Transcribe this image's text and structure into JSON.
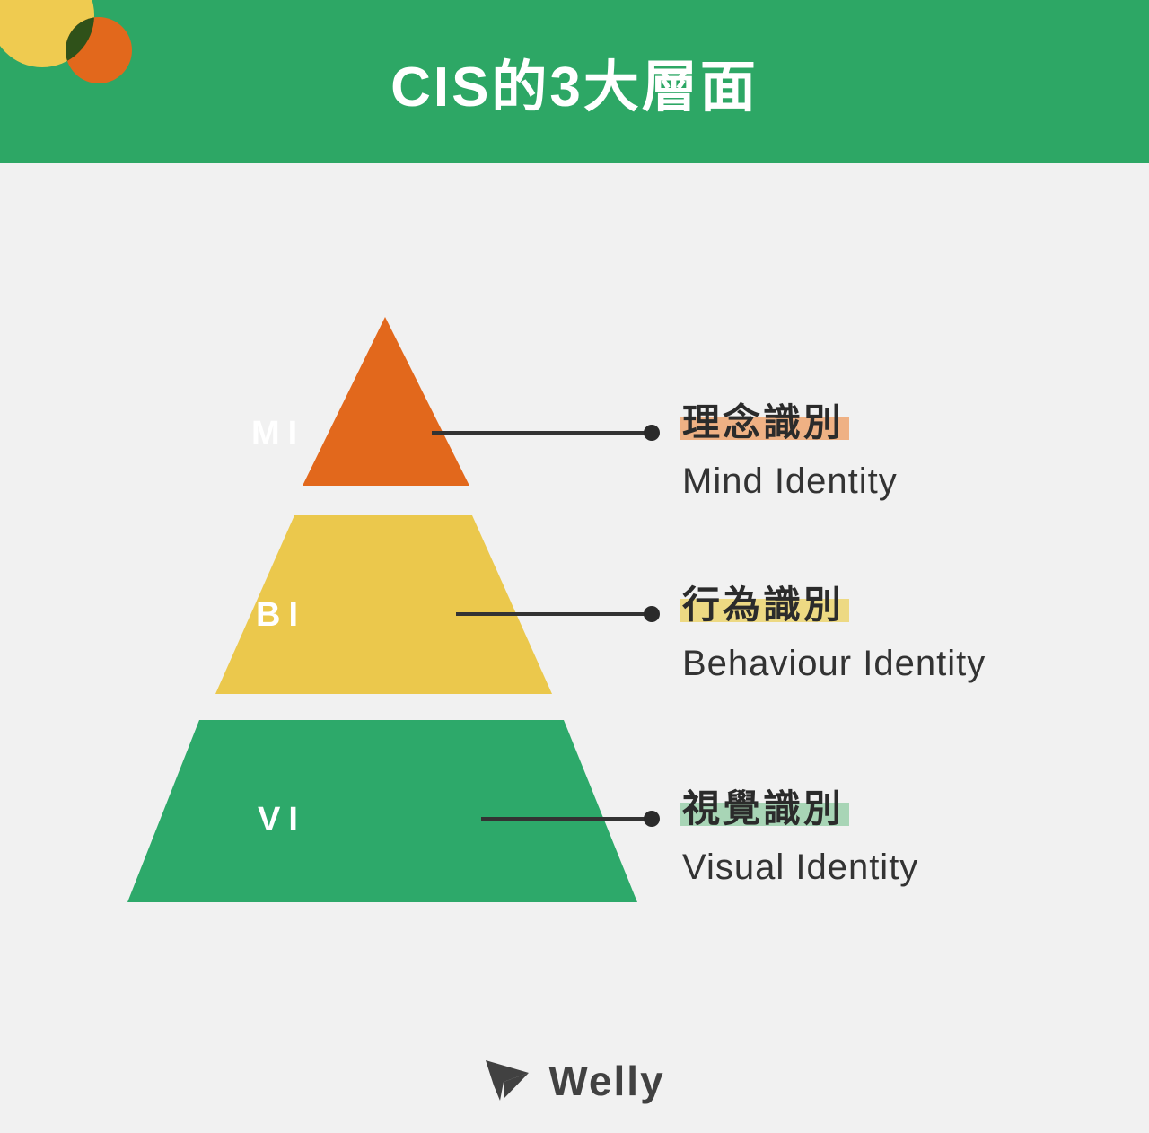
{
  "header": {
    "title": "CIS的3大層面",
    "background_color": "#2DA765",
    "title_color": "#FFFFFF",
    "decoration": {
      "circle_yellow_color": "#EFCB50",
      "circle_orange_color": "#E2681C",
      "circle_overlap_color": "#2F5119"
    }
  },
  "page": {
    "background_color": "#F1F1F1"
  },
  "pyramid": {
    "layers": [
      {
        "abbr": "MI",
        "shape": "triangle",
        "color": "#E2681C",
        "title_zh": "理念識別",
        "title_en": "Mind Identity",
        "highlight_color": "#EFB184"
      },
      {
        "abbr": "BI",
        "shape": "trapezoid",
        "color": "#EBC84C",
        "title_zh": "行為識別",
        "title_en": "Behaviour Identity",
        "highlight_color": "#EDD983"
      },
      {
        "abbr": "VI",
        "shape": "trapezoid",
        "color": "#2DA96A",
        "title_zh": "視覺識別",
        "title_en": "Visual Identity",
        "highlight_color": "#A8D5B6"
      }
    ],
    "connector_color": "#333333",
    "dot_color": "#2B2B2B"
  },
  "footer": {
    "brand_name": "Welly",
    "brand_color": "#414141"
  }
}
